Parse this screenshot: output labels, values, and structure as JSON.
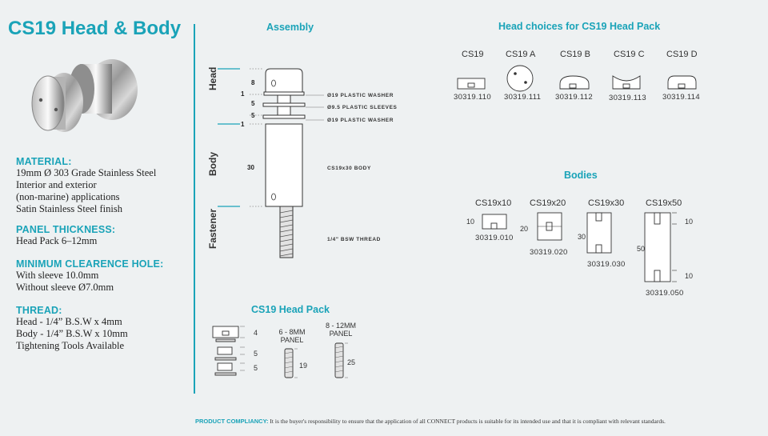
{
  "title": "CS19 Head & Body",
  "specs": [
    {
      "heading": "MATERIAL:",
      "lines": [
        "19mm Ø 303 Grade Stainless Steel",
        "Interior and exterior",
        "(non-marine) applications",
        "Satin Stainless Steel finish"
      ]
    },
    {
      "heading": "PANEL THICKNESS:",
      "lines": [
        "Head Pack 6–12mm"
      ]
    },
    {
      "heading": "MINIMUM CLEARENCE HOLE:",
      "lines": [
        "With sleeve 10.0mm",
        "Without sleeve Ø7.0mm"
      ]
    },
    {
      "heading": "THREAD:",
      "lines": [
        "Head - 1/4” B.S.W x 4mm",
        "Body - 1/4” B.S.W x 10mm",
        "Tightening Tools Available"
      ]
    }
  ],
  "assembly": {
    "title": "Assembly",
    "side_labels": {
      "head": "Head",
      "body": "Body",
      "fastener": "Fastener"
    },
    "dims": [
      "8",
      "1",
      "5",
      "5",
      "1",
      "30"
    ],
    "callouts": [
      "Ø19 PLASTIC WASHER",
      "Ø9.5 PLASTIC SLEEVES",
      "Ø19 PLASTIC WASHER",
      "CS19x30 BODY",
      "1/4\" BSW THREAD"
    ]
  },
  "head_choices": {
    "title": "Head choices for CS19 Head Pack",
    "items": [
      {
        "name": "CS19",
        "code": "30319.110"
      },
      {
        "name": "CS19 A",
        "code": "30319.111"
      },
      {
        "name": "CS19 B",
        "code": "30319.112"
      },
      {
        "name": "CS19 C",
        "code": "30319.113"
      },
      {
        "name": "CS19 D",
        "code": "30319.114"
      }
    ]
  },
  "bodies": {
    "title": "Bodies",
    "items": [
      {
        "name": "CS19x10",
        "code": "30319.010",
        "dims": [
          "10"
        ]
      },
      {
        "name": "CS19x20",
        "code": "30319.020",
        "dims": [
          "20"
        ]
      },
      {
        "name": "CS19x30",
        "code": "30319.030",
        "dims": [
          "30"
        ]
      },
      {
        "name": "CS19x50",
        "code": "30319.050",
        "dims": [
          "50",
          "10",
          "10"
        ]
      }
    ]
  },
  "head_pack": {
    "title": "CS19 Head Pack",
    "dims": [
      "4",
      "5",
      "5"
    ],
    "sleeve_a": {
      "label_lines": [
        "6 - 8MM",
        "PANEL"
      ],
      "length": "19"
    },
    "sleeve_b": {
      "label_lines": [
        "8 - 12MM",
        "PANEL"
      ],
      "length": "25"
    }
  },
  "footer": {
    "label": "PRODUCT COMPLIANCY:",
    "text": " It is the buyer's responsibility to ensure that the application of all CONNECT products is suitable for its intended use and that it is compliant with relevant standards."
  },
  "colors": {
    "accent": "#1aa3b8",
    "background": "#eef1f2"
  }
}
